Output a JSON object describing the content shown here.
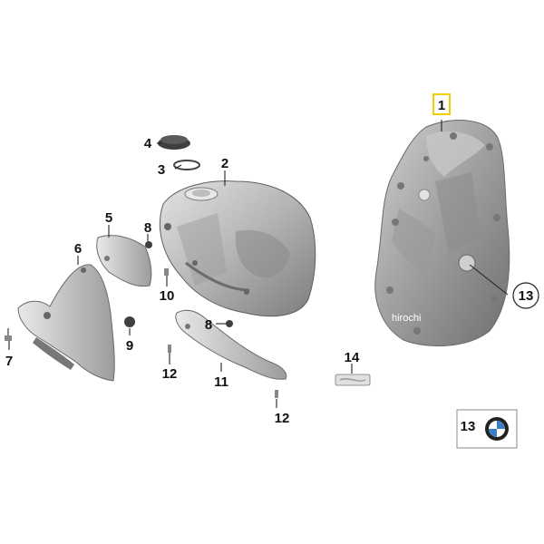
{
  "callouts": {
    "c1": "1",
    "c2": "2",
    "c3": "3",
    "c4": "4",
    "c5": "5",
    "c6": "6",
    "c7": "7",
    "c8a": "8",
    "c8b": "8",
    "c9": "9",
    "c10": "10",
    "c11": "11",
    "c12a": "12",
    "c12b": "12",
    "c13": "13",
    "c14": "14",
    "inset": "13"
  },
  "watermark": "hirochi",
  "colors": {
    "part_light": "#d8d8d8",
    "part_mid": "#a9a9a9",
    "part_dark": "#7a7a7a",
    "highlight_box": "#f2d000",
    "logo_blue": "#3c7dc4"
  },
  "icons": {
    "inset_logo": "bmw-roundel-icon"
  }
}
